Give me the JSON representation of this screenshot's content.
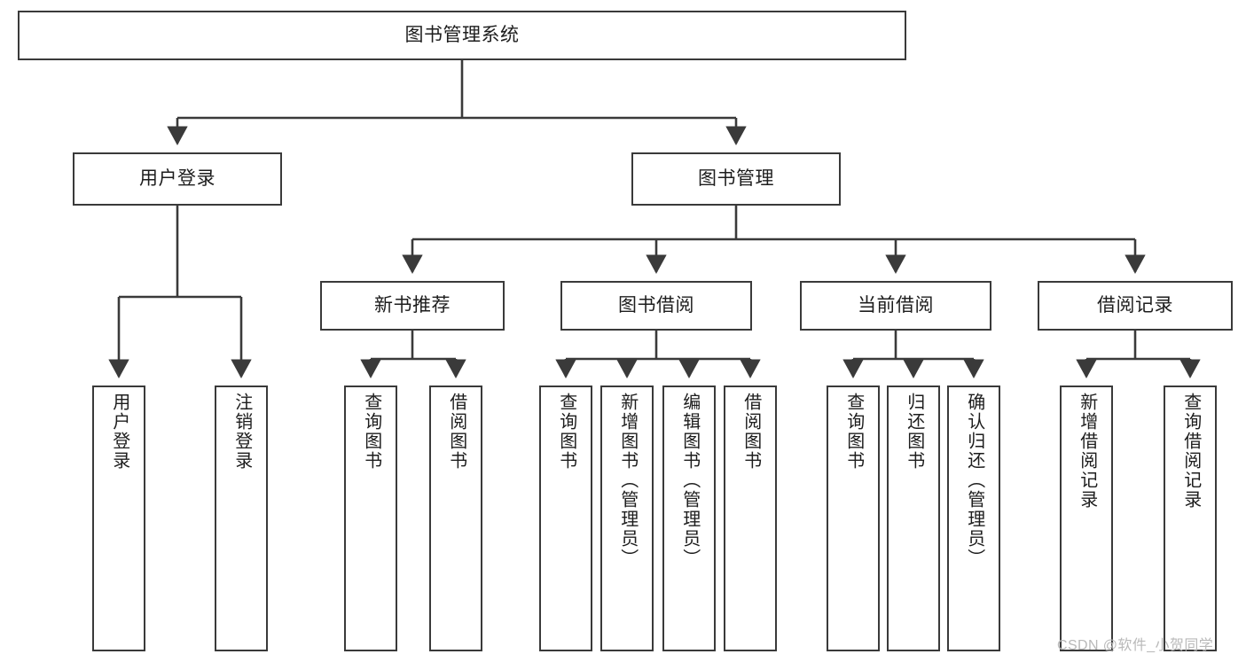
{
  "diagram": {
    "title": "图书管理系统",
    "watermark": "CSDN @软件_小贺同学",
    "root": {
      "label": "图书管理系统"
    },
    "level2": [
      {
        "label": "用户登录"
      },
      {
        "label": "图书管理"
      }
    ],
    "level3": [
      {
        "label": "新书推荐"
      },
      {
        "label": "图书借阅"
      },
      {
        "label": "当前借阅"
      },
      {
        "label": "借阅记录"
      }
    ],
    "leaves": {
      "user_login": [
        {
          "label": "用户登录"
        },
        {
          "label": "注销登录"
        }
      ],
      "new_book_recommend": [
        {
          "label": "查询图书"
        },
        {
          "label": "借阅图书"
        }
      ],
      "book_borrow": [
        {
          "label": "查询图书"
        },
        {
          "label": "新增图书（管理员）"
        },
        {
          "label": "编辑图书（管理员）"
        },
        {
          "label": "借阅图书"
        }
      ],
      "current_borrow": [
        {
          "label": "查询图书"
        },
        {
          "label": "归还图书"
        },
        {
          "label": "确认归还（管理员）"
        }
      ],
      "borrow_record": [
        {
          "label": "新增借阅记录"
        },
        {
          "label": "查询借阅记录"
        }
      ]
    },
    "colors": {
      "stroke": "#3a3a3a",
      "text": "#1d1d1d",
      "background": "#ffffff",
      "watermark": "#b9b9b9"
    }
  }
}
